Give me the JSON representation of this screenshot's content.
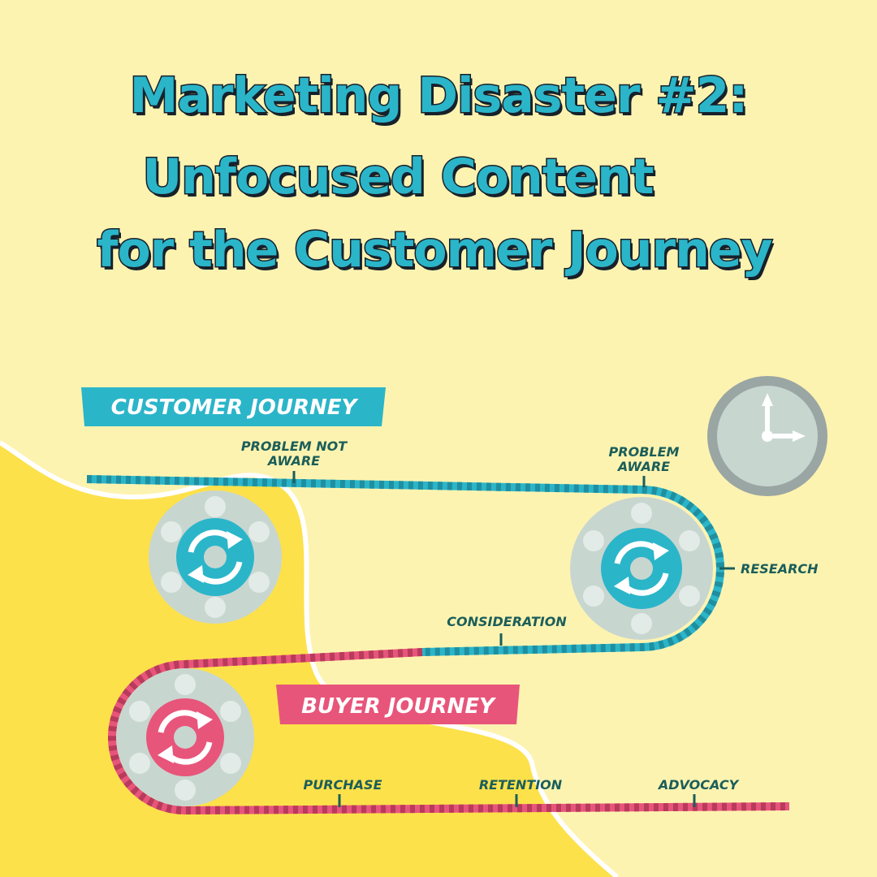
{
  "title": {
    "line1": "Marketing Disaster #2:",
    "line2": "Unfocused Content",
    "line3": "for the Customer Journey"
  },
  "customer_journey": {
    "banner": "CUSTOMER JOURNEY",
    "stages": {
      "problem_not_aware_1": "PROBLEM NOT",
      "problem_not_aware_2": "AWARE",
      "problem_aware_1": "PROBLEM",
      "problem_aware_2": "AWARE",
      "research": "RESEARCH",
      "consideration": "CONSIDERATION"
    }
  },
  "buyer_journey": {
    "banner": "BUYER JOURNEY",
    "stages": {
      "purchase": "PURCHASE",
      "retention": "RETENTION",
      "advocacy": "ADVOCACY"
    }
  },
  "colors": {
    "background": "#fdf3b0",
    "blob": "#fde14a",
    "customer": "#2bb5c9",
    "buyer": "#e8557a",
    "wheel": "#c8d6d0",
    "label": "#1b5e5a"
  },
  "icons": [
    "refresh-icon",
    "clock-icon"
  ]
}
